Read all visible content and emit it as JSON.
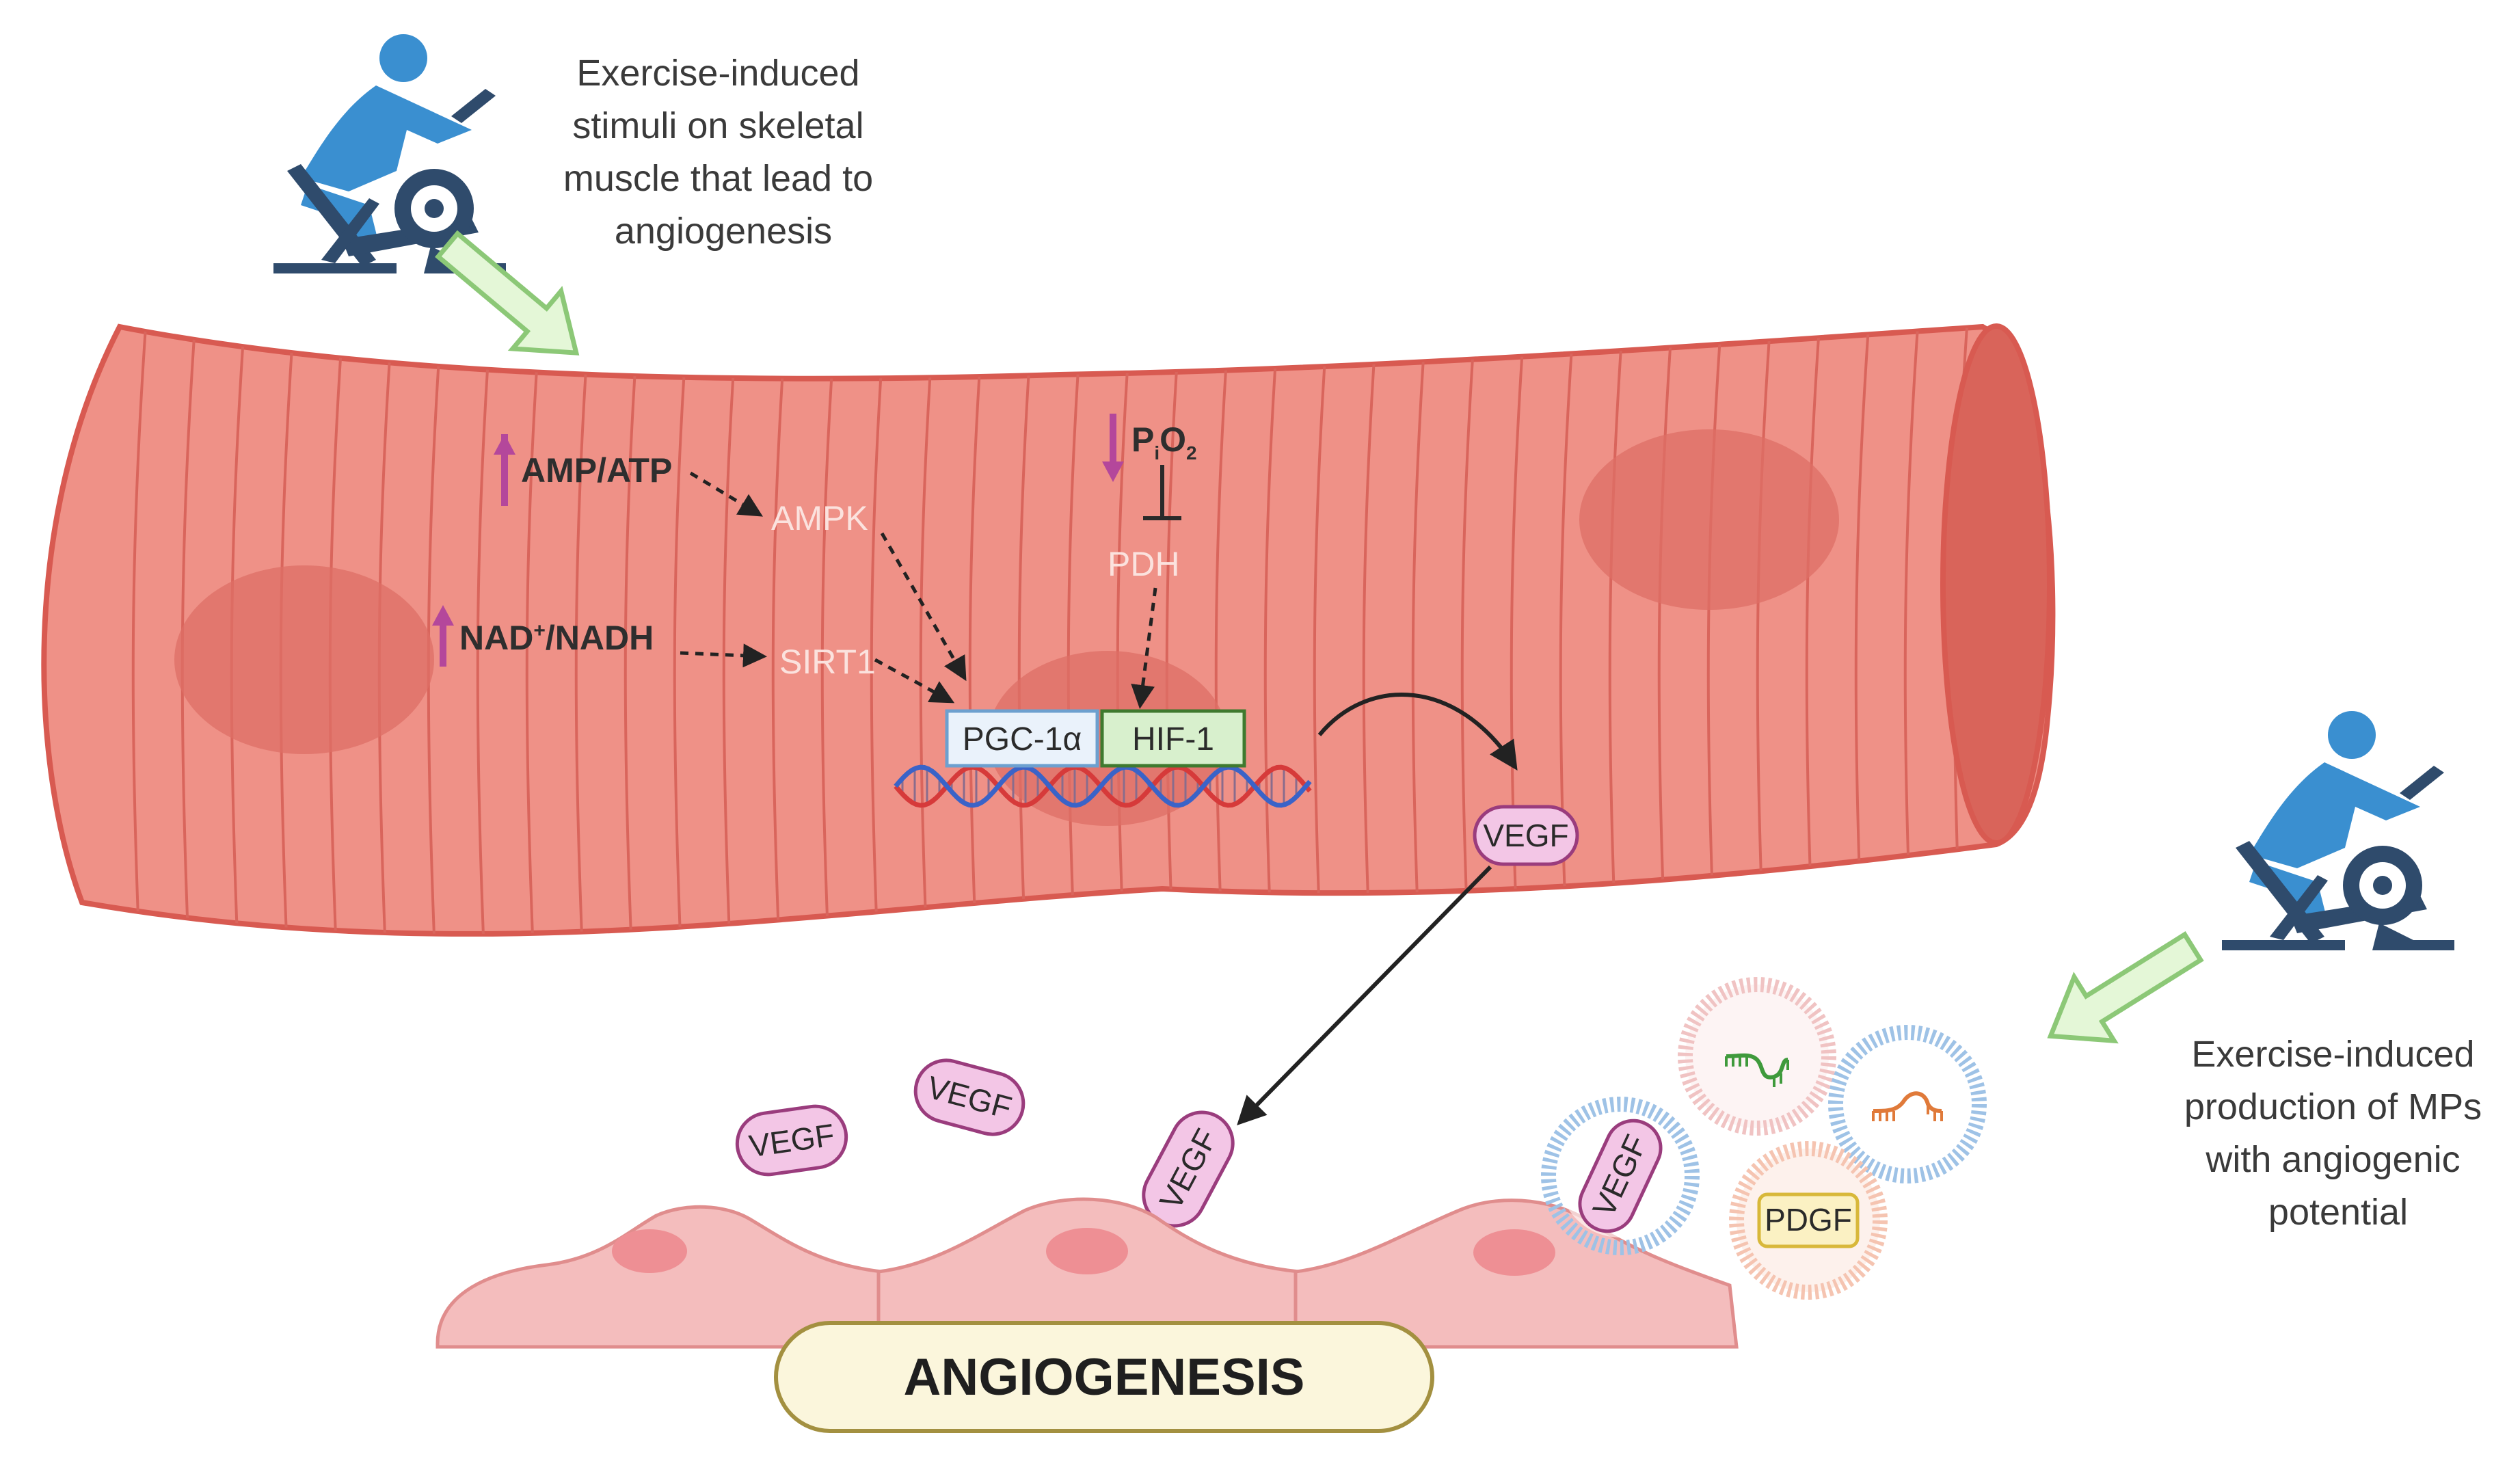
{
  "captions": {
    "top_lines": [
      "Exercise-induced",
      "stimuli on skeletal",
      "muscle that lead to",
      "angiogenesis"
    ],
    "right_lines": [
      "Exercise-induced",
      "production of MPs",
      "with angiogenic",
      "potential"
    ]
  },
  "labels": {
    "amp_atp": "AMP/ATP",
    "nad_prefix": "NAD",
    "nad_sup": "+",
    "nad_suffix": "/NADH",
    "ampk": "AMPK",
    "sirt1": "SIRT1",
    "pio2_p": "P",
    "pio2_sub": "i",
    "pio2_o": "O",
    "pio2_2": "2",
    "pdh": "PDH",
    "pgc": "PGC-1α",
    "hif": "HIF-1",
    "vegf": "VEGF",
    "pdgf": "PDGF",
    "angiogenesis": "ANGIOGENESIS"
  },
  "colors": {
    "muscle": "#ef9187",
    "muscle_stroke": "#d85a51",
    "nucleus": "#de6f66",
    "up_arrow": "#b4479b",
    "green_arrow_fill": "#e4f7d7",
    "green_arrow_stroke": "#8cc877",
    "cyclist": "#3a8fd0",
    "bike": "#2f4b6c",
    "vegf_fill": "#f3c6e6",
    "vegf_stroke": "#9a3c7d",
    "angio_fill": "#fbf6dc",
    "angio_stroke": "#a39040",
    "cell_fill": "#f4bdbd",
    "cell_stroke": "#e08d8d"
  },
  "icons": [
    "cyclist-icon",
    "green-arrow-icon",
    "up-arrow-icon",
    "dna-helix-icon",
    "microparticle-icon",
    "rna-icon"
  ]
}
